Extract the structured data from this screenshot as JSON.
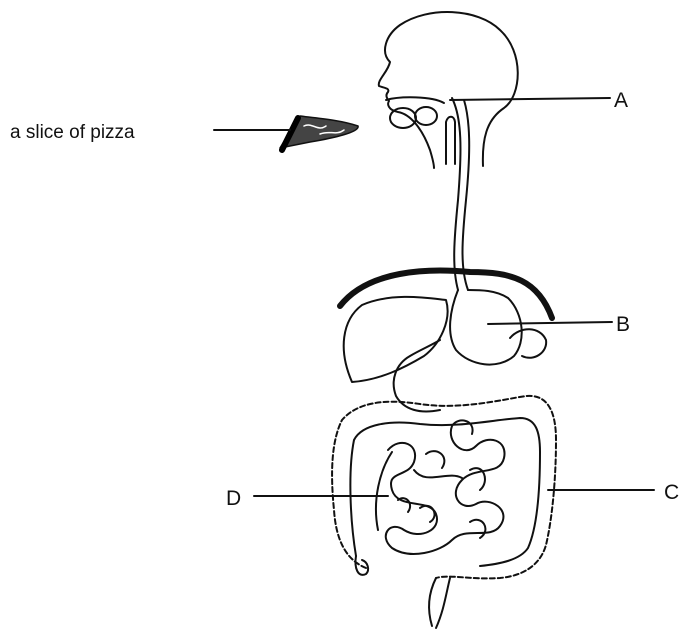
{
  "diagram": {
    "pizza_label": "a slice of pizza",
    "labels": {
      "A": "A",
      "B": "B",
      "C": "C",
      "D": "D"
    },
    "ink_color": "#111111",
    "background": "#ffffff"
  }
}
